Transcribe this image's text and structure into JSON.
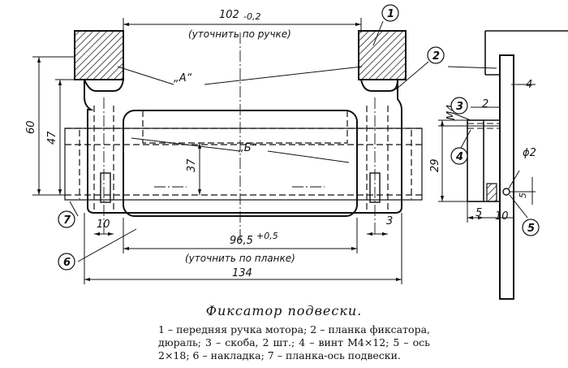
{
  "dimensions": {
    "top_width": "102",
    "top_tol": "-0,2",
    "top_note": "(уточнить по ручке)",
    "height_60": "60",
    "height_47": "47",
    "height_37": "37",
    "width_10": "10",
    "width_3": "3",
    "inner_width": "96,5",
    "inner_tol": "+0,5",
    "inner_note": "(уточнить по планке)",
    "total_width": "134",
    "side_4": "4",
    "side_m4": "М4",
    "side_2": "2",
    "side_29": "29",
    "side_phi2": "ϕ2",
    "side_5a": "5",
    "side_10": "10",
    "side_5b": "5"
  },
  "labels": {
    "a": "„А“",
    "b": "„Б“"
  },
  "callouts": [
    "1",
    "2",
    "3",
    "4",
    "5",
    "6",
    "7"
  ],
  "caption": {
    "title": "Фиксатор  подвески.",
    "legend_line1": "1 – передняя ручка  мотора; 2 – планка фиксатора,",
    "legend_line2": "дюраль; 3 – скоба, 2 шт.; 4 – винт  М4×12;  5 – ось",
    "legend_line3": "2×18;  6 – накладка;  7 – планка-ось подвески."
  }
}
